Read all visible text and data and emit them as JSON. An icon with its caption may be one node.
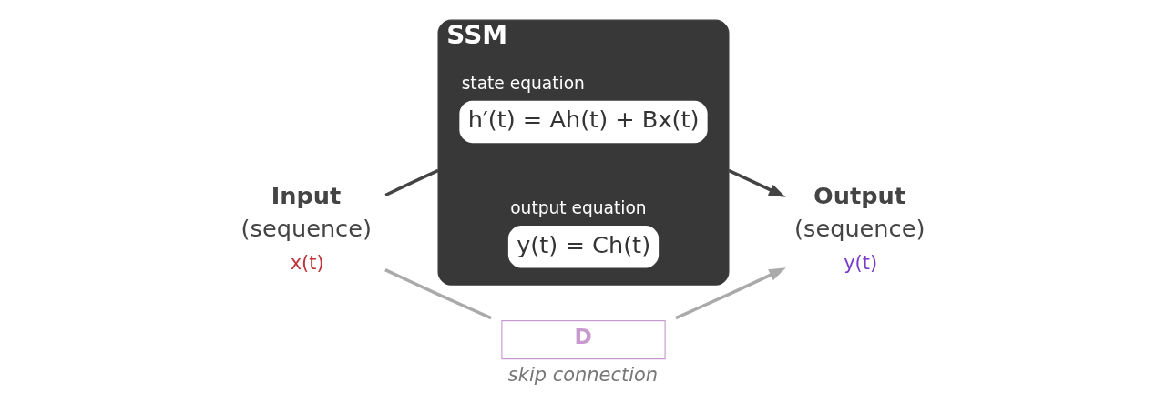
{
  "diagram": {
    "nodes": [
      {
        "text": [
          "Input",
          "(sequence)"
        ],
        "beside": [
          "x(t)"
        ]
      },
      {
        "text": [
          "SSM"
        ]
      },
      {
        "text": [
          "state equation",
          "h′(t) = Ah(t) + Bx(t)"
        ],
        "in": 1
      },
      {
        "text": [
          "output equation",
          "y(t) = Ch(t)"
        ],
        "in": 1
      },
      {
        "text": [
          "D"
        ],
        "beside": [
          "skip connection"
        ]
      },
      {
        "text": [
          "Output",
          "(sequence)"
        ],
        "beside": [
          "y(t)"
        ]
      }
    ],
    "edges": [
      {
        "from": 0,
        "to": 1,
        "arrow": "none"
      },
      {
        "from": 1,
        "to": 5,
        "arrow": "to"
      },
      {
        "from": 0,
        "to": 4,
        "arrow": "none",
        "color": "#aaaaaa"
      },
      {
        "from": 4,
        "to": 5,
        "arrow": "to",
        "color": "#aaaaaa"
      }
    ]
  }
}
